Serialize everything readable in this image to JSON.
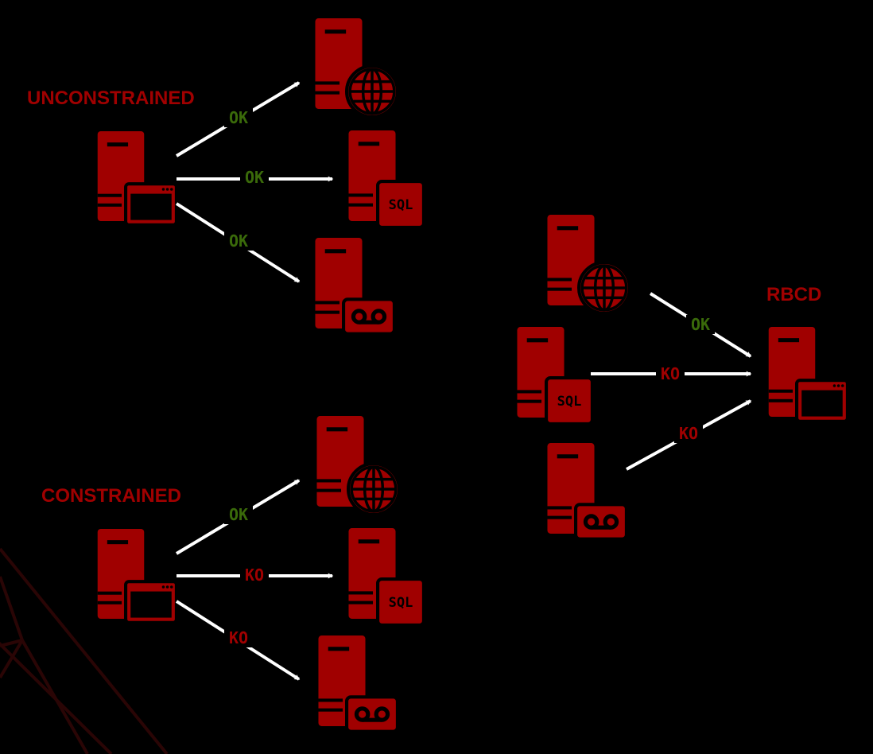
{
  "colors": {
    "background": "#000000",
    "server": "#a00000",
    "arrow": "#ffffff",
    "ok": "#3a6a0a",
    "ko": "#a00000",
    "decor": "#2a0505"
  },
  "sections": {
    "unconstrained": {
      "title": "UNCONSTRAINED",
      "source_icon": "server-app-window-icon",
      "targets": [
        {
          "service": "web",
          "icon": "server-globe-icon",
          "result": "OK"
        },
        {
          "service": "sql",
          "icon": "server-sql-icon",
          "result": "OK",
          "badge": "SQL"
        },
        {
          "service": "voicemail",
          "icon": "server-voicemail-icon",
          "result": "OK"
        }
      ]
    },
    "constrained": {
      "title": "CONSTRAINED",
      "source_icon": "server-app-window-icon",
      "targets": [
        {
          "service": "web",
          "icon": "server-globe-icon",
          "result": "OK"
        },
        {
          "service": "sql",
          "icon": "server-sql-icon",
          "result": "KO",
          "badge": "SQL"
        },
        {
          "service": "voicemail",
          "icon": "server-voicemail-icon",
          "result": "KO"
        }
      ]
    },
    "rbcd": {
      "title": "RBCD",
      "target_icon": "server-app-window-icon",
      "sources": [
        {
          "service": "web",
          "icon": "server-globe-icon",
          "result": "OK"
        },
        {
          "service": "sql",
          "icon": "server-sql-icon",
          "result": "KO",
          "badge": "SQL"
        },
        {
          "service": "voicemail",
          "icon": "server-voicemail-icon",
          "result": "KO"
        }
      ]
    }
  }
}
